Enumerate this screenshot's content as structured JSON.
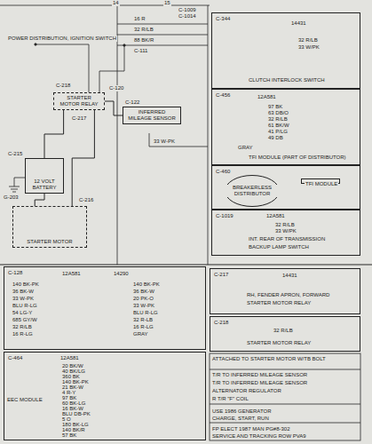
{
  "diagram": {
    "nodes": [
      {
        "text": [
          "STARTER MOTOR RELAY"
        ]
      },
      {
        "text": [
          "INFERRED MILEAGE SENSOR"
        ]
      },
      {
        "text": [
          "12 VOLT BATTERY"
        ]
      },
      {
        "text": [
          "STARTER MOTOR"
        ]
      },
      {
        "text": [
          "C-344",
          "14431",
          "32 R/LB",
          "33 W/PK",
          "CLUTCH INTERLOCK SWITCH"
        ]
      },
      {
        "text": [
          "C-456",
          "12A581",
          "97 BK",
          "63 DB/O",
          "32 R/LB",
          "61 BK/W",
          "41 P/LG",
          "49 DB",
          "GRAY",
          "TFI MODULE (PART OF DISTRIBUTOR)"
        ]
      },
      {
        "text": [
          "C-460"
        ]
      },
      {
        "text": [
          "BREAKERLESS DISTRIBUTOR"
        ],
        "in": 6
      },
      {
        "text": [
          "TFI MODULE"
        ],
        "in": 6
      },
      {
        "text": [
          "C-1019",
          "12A581",
          "32 R/LB",
          "33 W/PK",
          "INT. REAR OF TRANSMISSION",
          "BACKUP LAMP SWITCH"
        ]
      },
      {
        "text": [
          "C-128",
          "12A581",
          "14290",
          "140 BK-PK",
          "36 BK-W",
          "33 W-PK",
          "BLU R-LG",
          "54 LG-Y",
          "685 GY/W",
          "32 R/LB",
          "16 R-LG",
          "140 BK-PK",
          "36 BK-W",
          "20 PK-O",
          "33 W-PK",
          "BLU R-LG",
          "32 R-LB",
          "16 R-LG",
          "GRAY"
        ]
      },
      {
        "text": [
          "C-217",
          "14431",
          "RH, FENDER APRON, FORWARD",
          "STARTER MOTOR RELAY"
        ]
      },
      {
        "text": [
          "C-218",
          "32 R/LB",
          "STARTER MOTOR RELAY"
        ]
      },
      {
        "text": [
          "C-464",
          "12A581",
          "EEC MODULE",
          "20 BK/W",
          "40 BK/LG",
          "360 BK",
          "140 BK-PK",
          "21 BK-W",
          "4 R-Y",
          "97 BK",
          "60 BK-LG",
          "16 BK-W",
          "BLU DB-PK",
          "5 O",
          "180 BK-LG",
          "140 BK/R",
          "57 BK"
        ]
      }
    ],
    "edges": [
      {
        "from": 0,
        "to": 2,
        "arrow": "none"
      },
      {
        "from": 0,
        "to": 3,
        "arrow": "none"
      },
      {
        "from": 2,
        "to": 3,
        "arrow": "none"
      },
      {
        "from": 1,
        "to": 0,
        "arrow": "none"
      },
      {
        "from": 7,
        "to": 8,
        "arrow": "none"
      }
    ],
    "labels": [
      "14",
      "15",
      "C-1009",
      "C-1014",
      "POWER DISTRIBUTION, IGNITION SWITCH",
      "16 R",
      "32 R/LB",
      "88 BK/R",
      "C-111",
      "C-218",
      "C-120",
      "C-122",
      "C-217",
      "33 W-PK",
      "C-215",
      "G-203",
      "C-216",
      "ATTACHED TO STARTER MOTOR W/TB BOLT",
      "T/R TO INFERRED MILEAGE SENSOR",
      "T/R TO INFERRED MILEAGE SENSOR",
      "ALTERNATOR REGULATOR",
      "R T/R \"F\" COIL",
      "USE 1986 GENERATOR",
      "CHARGE, START, RUN",
      "FP ELECT 1987 MAN PG#8-302",
      "SERVICE AND TRACKING ROW PVA9"
    ]
  }
}
